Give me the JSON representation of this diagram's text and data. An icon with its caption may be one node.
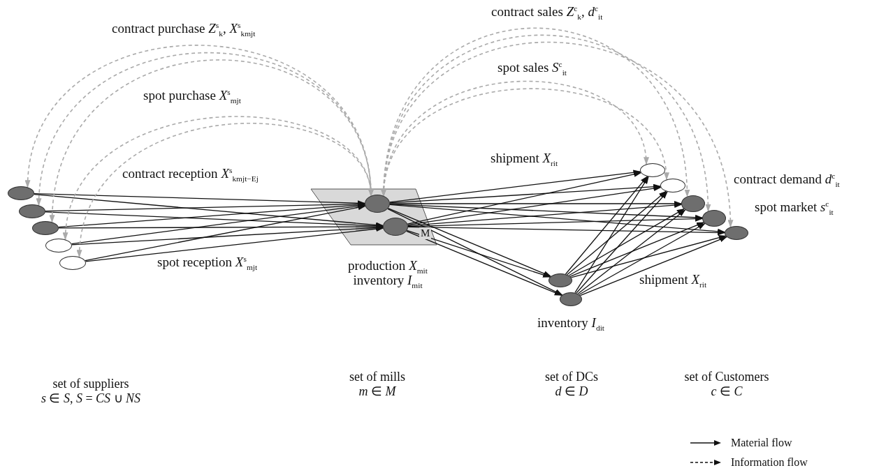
{
  "diagram": {
    "nodes": [
      {
        "text": [],
        "shape": "parallelogram",
        "beside": [
          "production *X*$_{mit}$",
          "inventory *I*$_{mit}$"
        ]
      },
      {
        "text": [],
        "shape": "ellipse"
      },
      {
        "text": [],
        "shape": "ellipse"
      },
      {
        "text": [],
        "shape": "ellipse"
      },
      {
        "text": [],
        "shape": "ellipse"
      },
      {
        "text": [],
        "shape": "ellipse"
      },
      {
        "text": [],
        "shape": "ellipse",
        "in": 0
      },
      {
        "text": [],
        "shape": "ellipse",
        "in": 0
      },
      {
        "text": [],
        "shape": "ellipse"
      },
      {
        "text": [],
        "shape": "ellipse",
        "beside": [
          "inventory *I*$_{dit}$"
        ]
      },
      {
        "text": [],
        "shape": "ellipse"
      },
      {
        "text": [],
        "shape": "ellipse"
      },
      {
        "text": [],
        "shape": "ellipse"
      },
      {
        "text": [],
        "shape": "ellipse"
      },
      {
        "text": [],
        "shape": "ellipse"
      }
    ],
    "edges": [
      {
        "from": 1,
        "to": 6,
        "arrow": "to"
      },
      {
        "from": 1,
        "to": 7,
        "arrow": "to"
      },
      {
        "from": 2,
        "to": 6,
        "arrow": "to"
      },
      {
        "from": 2,
        "to": 7,
        "arrow": "to"
      },
      {
        "from": 3,
        "to": 6,
        "arrow": "to"
      },
      {
        "from": 3,
        "to": 7,
        "arrow": "to"
      },
      {
        "from": 4,
        "to": 6,
        "arrow": "to"
      },
      {
        "from": 4,
        "to": 7,
        "arrow": "to"
      },
      {
        "from": 5,
        "to": 6,
        "arrow": "to"
      },
      {
        "from": 5,
        "to": 7,
        "arrow": "to"
      },
      {
        "from": 6,
        "to": 10,
        "arrow": "to"
      },
      {
        "from": 6,
        "to": 11,
        "arrow": "to"
      },
      {
        "from": 6,
        "to": 12,
        "arrow": "to"
      },
      {
        "from": 6,
        "to": 13,
        "arrow": "to"
      },
      {
        "from": 6,
        "to": 14,
        "arrow": "to"
      },
      {
        "from": 7,
        "to": 10,
        "arrow": "to"
      },
      {
        "from": 7,
        "to": 11,
        "arrow": "to"
      },
      {
        "from": 7,
        "to": 12,
        "arrow": "to"
      },
      {
        "from": 7,
        "to": 13,
        "arrow": "to"
      },
      {
        "from": 7,
        "to": 14,
        "arrow": "to"
      },
      {
        "from": 6,
        "to": 8,
        "arrow": "to"
      },
      {
        "from": 6,
        "to": 9,
        "arrow": "to"
      },
      {
        "from": 7,
        "to": 8,
        "arrow": "to"
      },
      {
        "from": 7,
        "to": 9,
        "arrow": "to"
      },
      {
        "from": 8,
        "to": 10,
        "arrow": "to"
      },
      {
        "from": 8,
        "to": 11,
        "arrow": "to"
      },
      {
        "from": 8,
        "to": 12,
        "arrow": "to"
      },
      {
        "from": 8,
        "to": 13,
        "arrow": "to"
      },
      {
        "from": 8,
        "to": 14,
        "arrow": "to"
      },
      {
        "from": 9,
        "to": 10,
        "arrow": "to"
      },
      {
        "from": 9,
        "to": 11,
        "arrow": "to"
      },
      {
        "from": 9,
        "to": 12,
        "arrow": "to"
      },
      {
        "from": 9,
        "to": 13,
        "arrow": "to"
      },
      {
        "from": 9,
        "to": 14,
        "arrow": "to"
      },
      {
        "from": 1,
        "to": 6,
        "arrow": "both",
        "style": "dashed",
        "color": "#aaaaaa"
      },
      {
        "from": 2,
        "to": 6,
        "arrow": "both",
        "style": "dashed",
        "color": "#aaaaaa"
      },
      {
        "from": 3,
        "to": 6,
        "arrow": "both",
        "style": "dashed",
        "color": "#aaaaaa"
      },
      {
        "from": 4,
        "to": 6,
        "arrow": "both",
        "style": "dashed",
        "color": "#aaaaaa"
      },
      {
        "from": 5,
        "to": 6,
        "arrow": "both",
        "style": "dashed",
        "color": "#aaaaaa"
      },
      {
        "from": 6,
        "to": 10,
        "arrow": "both",
        "style": "dashed",
        "color": "#aaaaaa"
      },
      {
        "from": 6,
        "to": 11,
        "arrow": "both",
        "style": "dashed",
        "color": "#aaaaaa"
      },
      {
        "from": 6,
        "to": 12,
        "arrow": "both",
        "style": "dashed",
        "color": "#aaaaaa"
      },
      {
        "from": 6,
        "to": 13,
        "arrow": "both",
        "style": "dashed",
        "color": "#aaaaaa"
      },
      {
        "from": 6,
        "to": 14,
        "arrow": "both",
        "style": "dashed",
        "color": "#aaaaaa"
      }
    ],
    "labels": [
      "contract sales *Z*$^{c}$$_{k}$, *d*$^{c}$$_{it}$",
      "contract purchase *Z*$^{s}$$_{k}$, *X*$^{s}$$_{kmjt}$",
      "spot sales *S*$^{c}$$_{it}$",
      "spot purchase *X*$^{s}$$_{mjt}$",
      "shipment *X*$_{rit}$",
      "contract reception *X*$^{s}$$_{kmjt−Ej}$",
      "contract demand *d*$^{c}$$_{it}$",
      "spot market *s*$^{c}$$_{it}$",
      "M",
      "spot reception *X*$^{s}$$_{mjt}$",
      "shipment *X*$_{rit}$",
      "set of suppliers",
      "*s* ∈ *S*, *S* = *CS* ∪ *NS*",
      "set of mills",
      "*m* ∈ *M*",
      "set of DCs",
      "*d* ∈ *D*",
      "set of Customers",
      "*c* ∈ *C*"
    ],
    "legend": [
      {
        "text": "Material flow"
      },
      {
        "text": "Information flow"
      }
    ]
  }
}
